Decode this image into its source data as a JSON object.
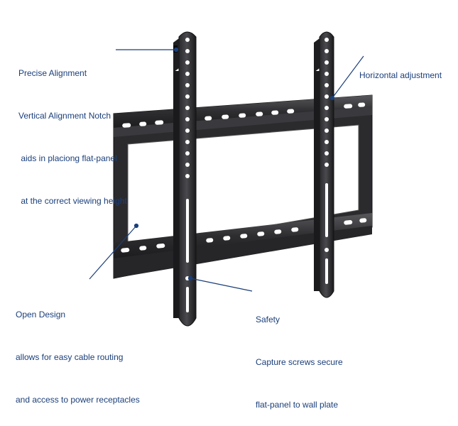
{
  "callouts": {
    "precise_alignment": {
      "lines": [
        "Precise Alignment",
        "Vertical Alignment Notch",
        " aids in placiong flat-panel",
        " at the correct viewing height"
      ]
    },
    "horizontal_adjustment": {
      "lines": [
        "Horizontal adjustment"
      ]
    },
    "open_design": {
      "lines": [
        "Open Design",
        "allows for easy cable routing",
        "and access to power receptacles"
      ]
    },
    "safety": {
      "lines": [
        "Safety",
        "Capture screws secure",
        "flat-panel to wall plate"
      ]
    }
  },
  "colors": {
    "text": "#1b3f7a",
    "leader_line": "#1b3f7a",
    "metal_dark": "#1c1c1e",
    "metal_mid": "#3a3a3d",
    "metal_light": "#5a5a5e",
    "background": "#ffffff"
  }
}
